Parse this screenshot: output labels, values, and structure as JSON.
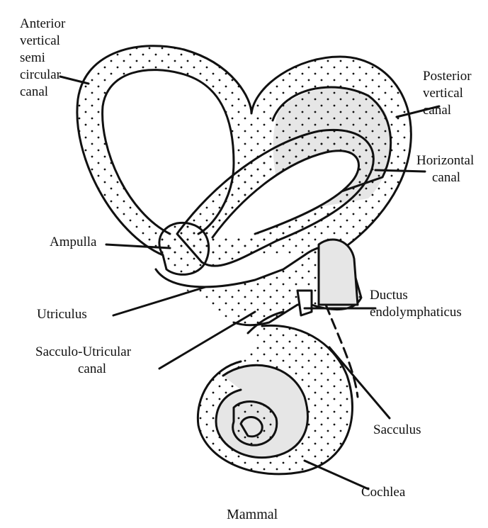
{
  "figure": {
    "caption": "Mammal",
    "colors": {
      "ink": "#111111",
      "fill": "#e6e6e6",
      "background": "#ffffff"
    },
    "labels": {
      "anterior_canal": [
        "Anterior",
        "vertical",
        "semi",
        "circular",
        "canal"
      ],
      "posterior_canal": [
        "Posterior",
        "vertical",
        "canal"
      ],
      "horizontal_canal": [
        "Horizontal",
        "canal"
      ],
      "ampulla": [
        "Ampulla"
      ],
      "utriculus": [
        "Utriculus"
      ],
      "ductus": [
        "Ductus",
        "endolymphaticus"
      ],
      "sacculo_utricular": [
        "Sacculo-Utricular",
        "canal"
      ],
      "sacculus": [
        "Sacculus"
      ],
      "cochlea": [
        "Cochlea"
      ]
    }
  }
}
